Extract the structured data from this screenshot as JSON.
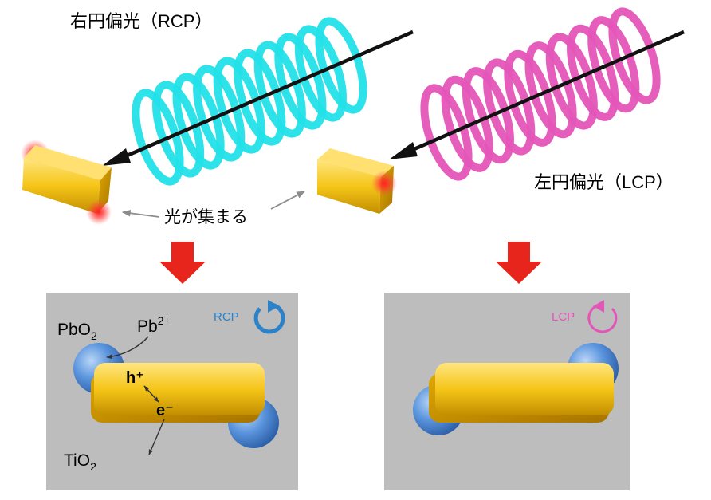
{
  "labels": {
    "rcp_title": "右円偏光（RCP）",
    "lcp_title": "左円偏光（LCP）",
    "focus_note": "光が集まる"
  },
  "left_panel": {
    "badge": "RCP",
    "pbo2_base": "PbO",
    "pbo2_sub": "2",
    "pb_ion_base": "Pb",
    "pb_ion_sup": "2+",
    "hole": "h⁺",
    "electron": "e⁻",
    "tio2_base": "TiO",
    "tio2_sub": "2"
  },
  "right_panel": {
    "badge": "LCP"
  },
  "colors": {
    "rcp_helix": "#22e0e8",
    "lcp_helix": "#e455b8",
    "gold": "#f2c21a",
    "panel": "#bdbdbd",
    "red_arrow": "#e8251c",
    "blue_badge": "#2b82c9",
    "pink_badge": "#e455b8"
  },
  "icons": [
    "circular-arrow-clockwise-icon",
    "circular-arrow-counterclockwise-icon",
    "down-arrow-icon"
  ]
}
